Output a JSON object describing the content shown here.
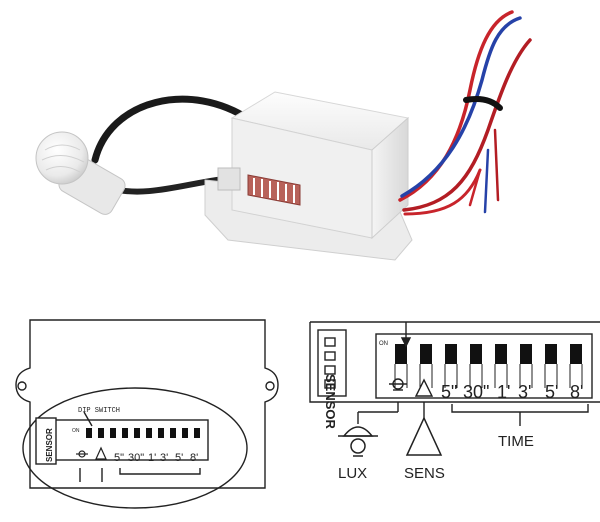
{
  "diagram_left": {
    "dip_switch_label": "DIP SWITCH",
    "sensor_label": "SENSOR",
    "on_label": "ON",
    "switch_labels": [
      "5\"",
      "30\"",
      "1'",
      "3'",
      "5'",
      "8'"
    ]
  },
  "diagram_right": {
    "sensor_label": "SENSOR",
    "on_label": "ON",
    "switch_labels": [
      "5\"",
      "30\"",
      "1'",
      "3'",
      "5'",
      "8'"
    ],
    "lux_label": "LUX",
    "sens_label": "SENS",
    "time_label": "TIME"
  }
}
